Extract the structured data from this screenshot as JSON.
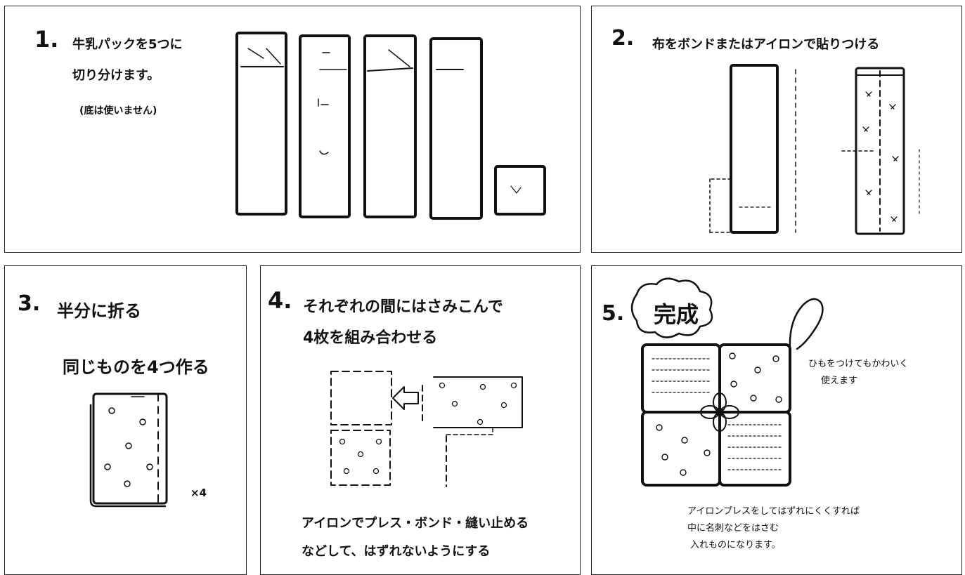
{
  "steps": [
    {
      "number": "1.",
      "title_lines": [
        "牛乳パックを5つに",
        "切り分けます。"
      ],
      "note": "(底は使いません)"
    },
    {
      "number": "2.",
      "title": "布をボンドまたはアイロンで貼りつける"
    },
    {
      "number": "3.",
      "title": "半分に折る",
      "subtitle": "同じものを4つ作る",
      "multiplier": "×4"
    },
    {
      "number": "4.",
      "title_lines": [
        "それぞれの間にはさみこんで",
        "4枚を組み合わせる"
      ],
      "caption_lines": [
        "アイロンでプレス・ボンド・縫い止める",
        "などして、はずれないようにする"
      ]
    },
    {
      "number": "5.",
      "title": "完成",
      "side_note_lines": [
        "ひもをつけてもかわいく",
        "使えます"
      ],
      "caption_lines": [
        "アイロンプレスをしてはずれにくくすれば",
        "中に名刺などをはさむ",
        "入れものになります。"
      ]
    }
  ],
  "colors": {
    "ink": "#111111",
    "paper": "#ffffff",
    "border": "#222222"
  }
}
